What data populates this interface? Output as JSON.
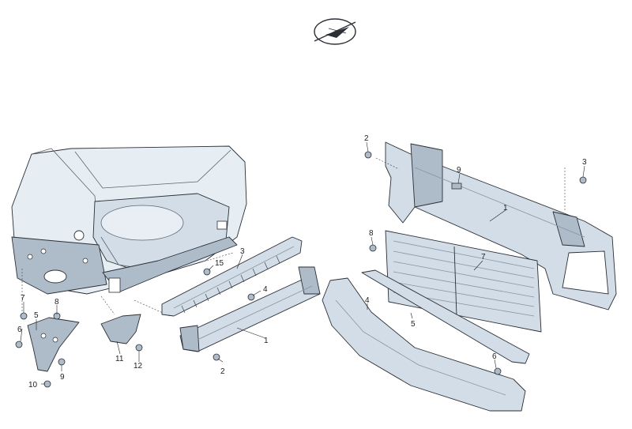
{
  "callouts": {
    "left_bumper_beam": "1",
    "left_bolt_bottom": "2",
    "left_absorber": "3",
    "left_nut_center": "4",
    "left_bracket_label": "5",
    "left_bolt_side": "6",
    "left_clip_top": "7",
    "left_clip_right": "8",
    "left_clip_lower": "9",
    "left_screw_bottom": "10",
    "left_guide_bracket": "11",
    "left_nut_small": "12",
    "left_bolt_top": "15",
    "right_carrier": "1",
    "right_bolt_top": "2",
    "right_bolt_right": "3",
    "right_deflector": "4",
    "right_strip": "5",
    "right_bolt_bottom": "6",
    "right_shutter": "7",
    "right_bolt_left": "8",
    "right_clip": "9"
  },
  "colors": {
    "part_fill": "#d3dde7",
    "part_dark": "#aebcca",
    "outline": "#2b2f36",
    "background": "#ffffff"
  },
  "logo": {
    "name": "compass-plane-emblem"
  }
}
